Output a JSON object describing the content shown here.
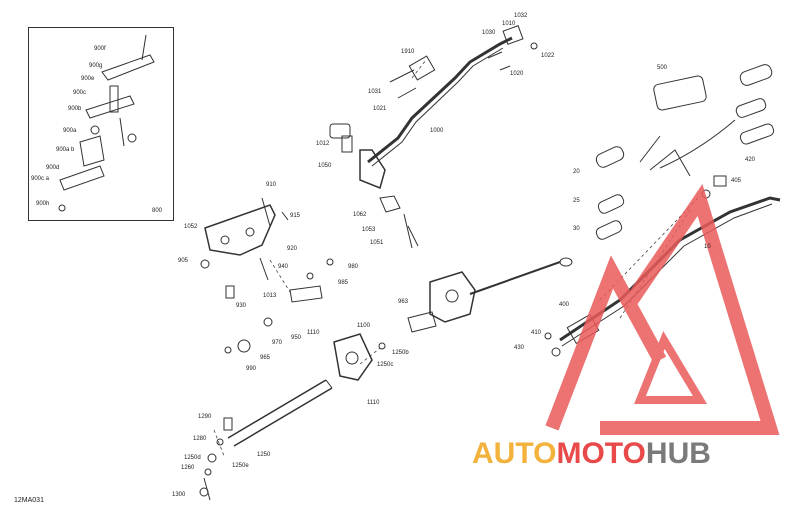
{
  "diagram": {
    "doc_ref": "12MA031",
    "inset_label": "800",
    "labels": [
      {
        "id": "1032",
        "text": "1032"
      },
      {
        "id": "1030",
        "text": "1030"
      },
      {
        "id": "1010",
        "text": "1010"
      },
      {
        "id": "1022",
        "text": "1022"
      },
      {
        "id": "1910",
        "text": "1910"
      },
      {
        "id": "1020",
        "text": "1020"
      },
      {
        "id": "1031",
        "text": "1031"
      },
      {
        "id": "1021",
        "text": "1021"
      },
      {
        "id": "1000",
        "text": "1000"
      },
      {
        "id": "1012",
        "text": "1012"
      },
      {
        "id": "1050",
        "text": "1050"
      },
      {
        "id": "1062",
        "text": "1062"
      },
      {
        "id": "1053",
        "text": "1053"
      },
      {
        "id": "1051",
        "text": "1051"
      },
      {
        "id": "900f",
        "text": "900f"
      },
      {
        "id": "900g",
        "text": "900g"
      },
      {
        "id": "900e",
        "text": "900e"
      },
      {
        "id": "900c",
        "text": "900c"
      },
      {
        "id": "900b",
        "text": "900b"
      },
      {
        "id": "900a",
        "text": "900a"
      },
      {
        "id": "900ab",
        "text": "900a b"
      },
      {
        "id": "900d",
        "text": "900d"
      },
      {
        "id": "900ca",
        "text": "900c a"
      },
      {
        "id": "900h",
        "text": "900h"
      },
      {
        "id": "910",
        "text": "910"
      },
      {
        "id": "915",
        "text": "915"
      },
      {
        "id": "1052",
        "text": "1052"
      },
      {
        "id": "905",
        "text": "905"
      },
      {
        "id": "920",
        "text": "920"
      },
      {
        "id": "940",
        "text": "940"
      },
      {
        "id": "980",
        "text": "980"
      },
      {
        "id": "985",
        "text": "985"
      },
      {
        "id": "1013",
        "text": "1013"
      },
      {
        "id": "930",
        "text": "930"
      },
      {
        "id": "970",
        "text": "970"
      },
      {
        "id": "950",
        "text": "950"
      },
      {
        "id": "965",
        "text": "965"
      },
      {
        "id": "990",
        "text": "990"
      },
      {
        "id": "963",
        "text": "963"
      },
      {
        "id": "1100",
        "text": "1100"
      },
      {
        "id": "1110a",
        "text": "1110"
      },
      {
        "id": "1250b",
        "text": "1250b"
      },
      {
        "id": "1250c",
        "text": "1250c"
      },
      {
        "id": "1110b",
        "text": "1110"
      },
      {
        "id": "1290",
        "text": "1290"
      },
      {
        "id": "1280",
        "text": "1280"
      },
      {
        "id": "1250d",
        "text": "1250d"
      },
      {
        "id": "1260",
        "text": "1260"
      },
      {
        "id": "1250e",
        "text": "1250e"
      },
      {
        "id": "1250",
        "text": "1250"
      },
      {
        "id": "1300",
        "text": "1300"
      },
      {
        "id": "500",
        "text": "500"
      },
      {
        "id": "20",
        "text": "20"
      },
      {
        "id": "25",
        "text": "25"
      },
      {
        "id": "30",
        "text": "30"
      },
      {
        "id": "420",
        "text": "420"
      },
      {
        "id": "405",
        "text": "405"
      },
      {
        "id": "10",
        "text": "10"
      },
      {
        "id": "400",
        "text": "400"
      },
      {
        "id": "410",
        "text": "410"
      },
      {
        "id": "430",
        "text": "430"
      }
    ]
  },
  "watermark": {
    "part1": "AUTO",
    "part2": "MOTO",
    "part3": "HUB",
    "colors": {
      "auto": "#f2b23c",
      "moto": "#e84a4a",
      "hub": "#7a7a7a",
      "logo": "#ea5a5a"
    }
  }
}
